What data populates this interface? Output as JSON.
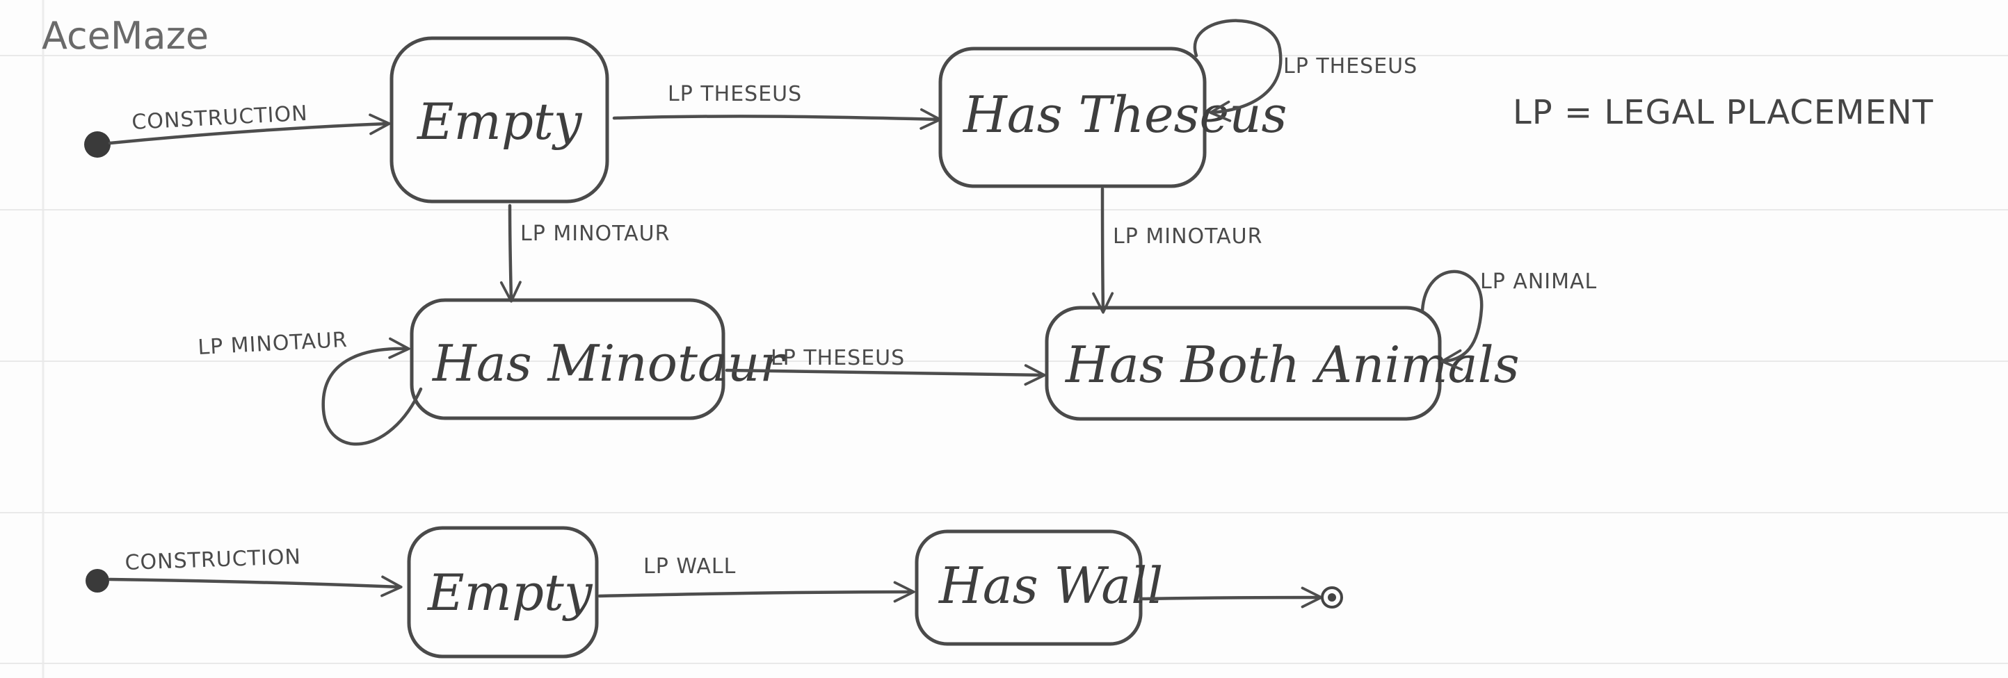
{
  "title": "AceMaze",
  "legend": "LP = LEGAL PLACEMENT",
  "states": {
    "empty_1": "Empty",
    "has_theseus": "Has Theseus",
    "has_minotaur": "Has Minotaur",
    "has_both_animals": "Has Both Animals",
    "empty_2": "Empty",
    "has_wall": "Has Wall"
  },
  "edges": {
    "construction_1": "CONSTRUCTION",
    "empty_to_theseus": "LP THESEUS",
    "theseus_self": "LP THESEUS",
    "empty_to_minotaur": "LP MINOTAUR",
    "theseus_to_both": "LP MINOTAUR",
    "minotaur_self": "LP MINOTAUR",
    "minotaur_to_both": "LP THESEUS",
    "both_self": "LP ANIMAL",
    "construction_2": "CONSTRUCTION",
    "empty_to_wall": "LP WALL"
  },
  "colors": {
    "ink": "#4a4a4a",
    "paper": "#fdfdfd",
    "rule_lines": "#e9e9e9"
  }
}
